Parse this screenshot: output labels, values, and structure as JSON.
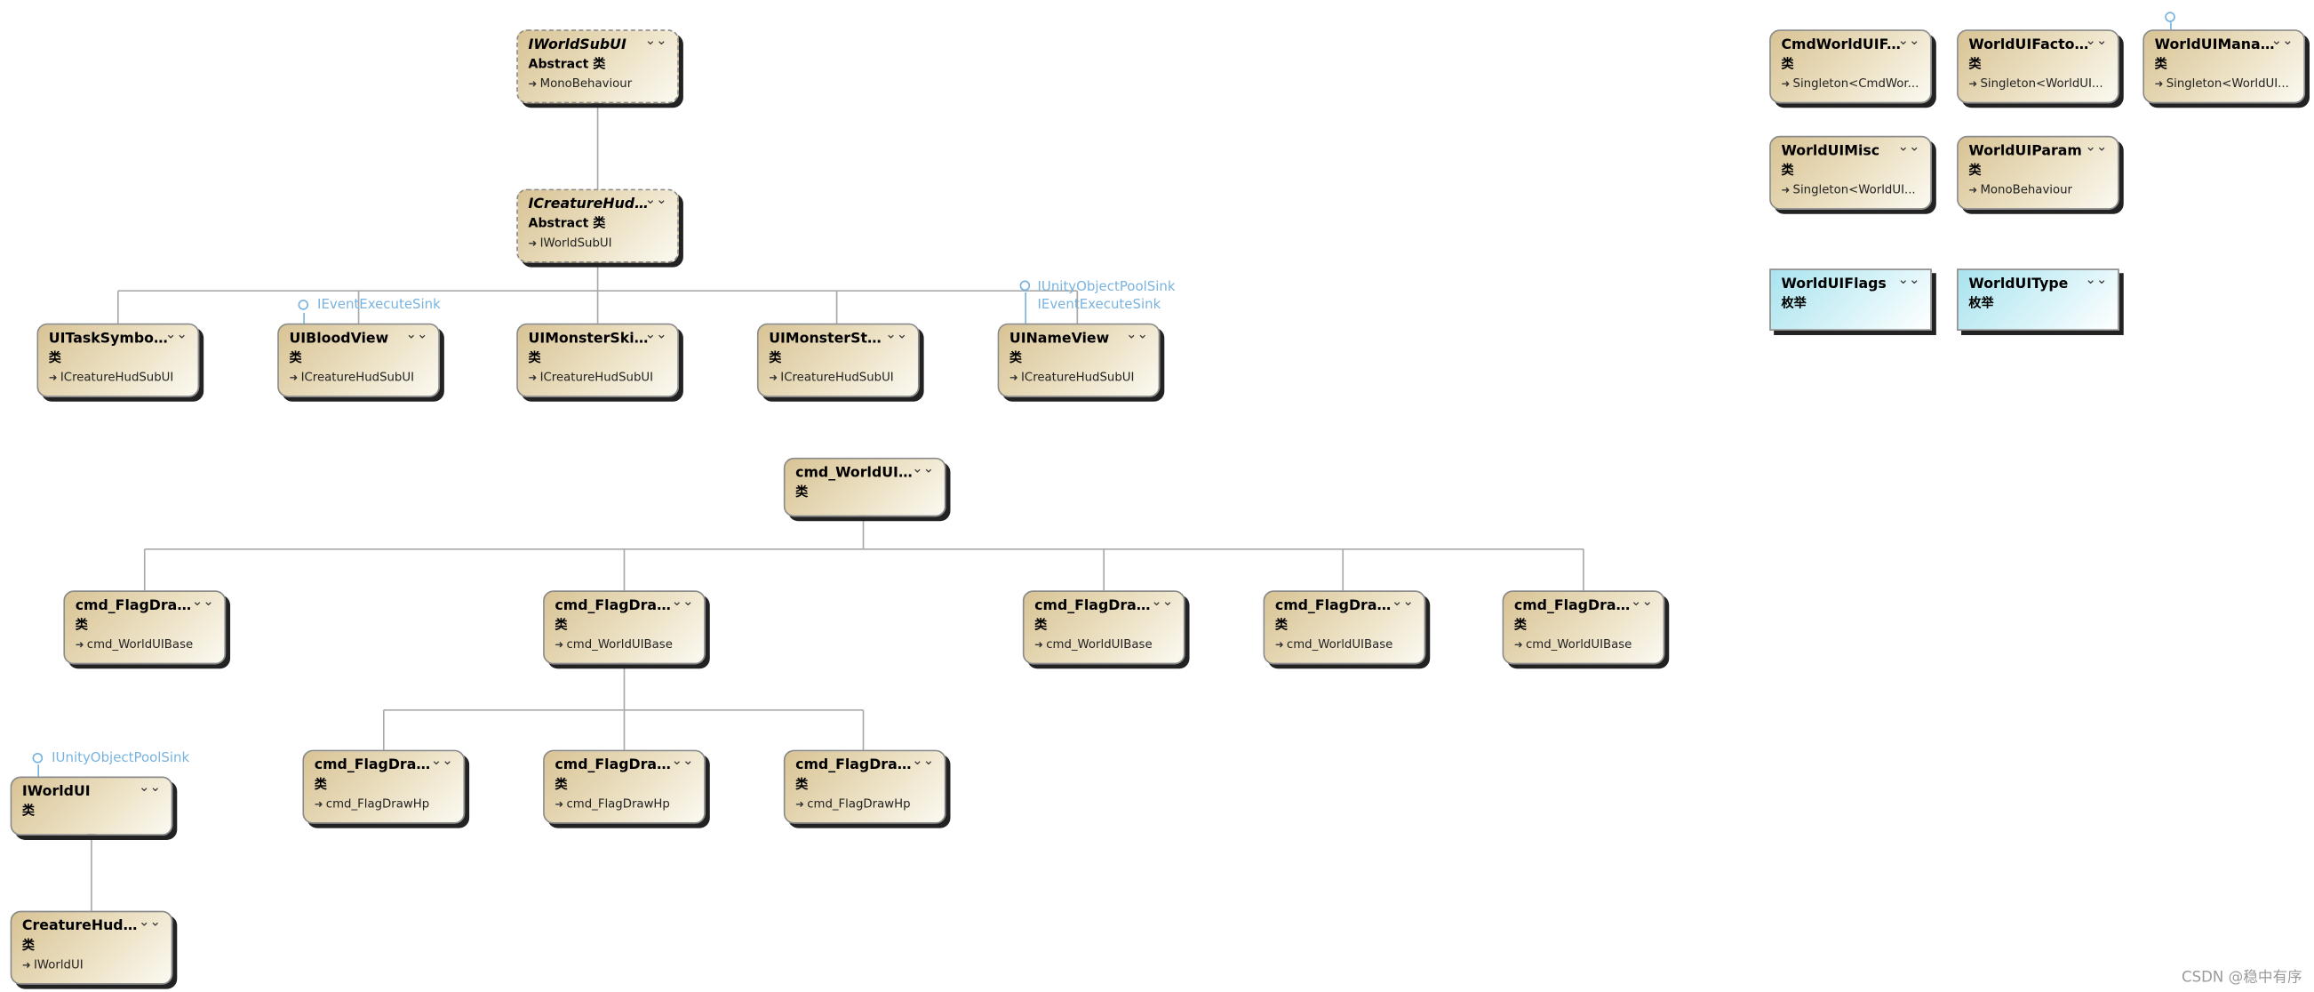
{
  "nodes": [
    {
      "id": "iworldsubui",
      "name": "IWorldSubUI",
      "kind": "Abstract 类",
      "base": "MonoBehaviour",
      "abstract": true
    },
    {
      "id": "icreaturehudsub",
      "name": "ICreatureHudSub...",
      "kind": "Abstract 类",
      "base": "IWorldSubUI",
      "abstract": true
    },
    {
      "id": "uitasksymbol",
      "name": "UITaskSymbol...",
      "kind": "类",
      "base": "ICreatureHudSubUI"
    },
    {
      "id": "uibloodview",
      "name": "UIBloodView",
      "kind": "类",
      "base": "ICreatureHudSubUI"
    },
    {
      "id": "uimonsterskill",
      "name": "UIMonsterSkill...",
      "kind": "类",
      "base": "ICreatureHudSubUI"
    },
    {
      "id": "uimonsterstat",
      "name": "UIMonsterStat...",
      "kind": "类",
      "base": "ICreatureHudSubUI"
    },
    {
      "id": "uinameview",
      "name": "UINameView",
      "kind": "类",
      "base": "ICreatureHudSubUI"
    },
    {
      "id": "cmdworlduibase",
      "name": "cmd_WorldUIB...",
      "kind": "类",
      "base": ""
    },
    {
      "id": "flag1",
      "name": "cmd_FlagDraw...",
      "kind": "类",
      "base": "cmd_WorldUIBase"
    },
    {
      "id": "flag2",
      "name": "cmd_FlagDraw...",
      "kind": "类",
      "base": "cmd_WorldUIBase"
    },
    {
      "id": "flag3",
      "name": "cmd_FlagDraw...",
      "kind": "类",
      "base": "cmd_WorldUIBase"
    },
    {
      "id": "flag4",
      "name": "cmd_FlagDraw...",
      "kind": "类",
      "base": "cmd_WorldUIBase"
    },
    {
      "id": "flag5",
      "name": "cmd_FlagDraw...",
      "kind": "类",
      "base": "cmd_WorldUIBase"
    },
    {
      "id": "hp1",
      "name": "cmd_FlagDraw...",
      "kind": "类",
      "base": "cmd_FlagDrawHp"
    },
    {
      "id": "hp2",
      "name": "cmd_FlagDraw...",
      "kind": "类",
      "base": "cmd_FlagDrawHp"
    },
    {
      "id": "hp3",
      "name": "cmd_FlagDraw...",
      "kind": "类",
      "base": "cmd_FlagDrawHp"
    },
    {
      "id": "iworldui",
      "name": "IWorldUI",
      "kind": "类",
      "base": ""
    },
    {
      "id": "creaturehudw",
      "name": "CreatureHudW...",
      "kind": "类",
      "base": "IWorldUI"
    },
    {
      "id": "cmdworlduif",
      "name": "CmdWorldUIF...",
      "kind": "类",
      "base": "Singleton<CmdWor..."
    },
    {
      "id": "worlduifactory",
      "name": "WorldUIFactory",
      "kind": "类",
      "base": "Singleton<WorldUI..."
    },
    {
      "id": "worlduimana",
      "name": "WorldUIMana...",
      "kind": "类",
      "base": "Singleton<WorldUI..."
    },
    {
      "id": "worlduimisc",
      "name": "WorldUIMisc",
      "kind": "类",
      "base": "Singleton<WorldUI..."
    },
    {
      "id": "worlduiparam",
      "name": "WorldUIParam",
      "kind": "类",
      "base": "MonoBehaviour"
    },
    {
      "id": "worlduiflags",
      "name": "WorldUIFlags",
      "kind": "枚举",
      "base": "",
      "enum": true
    },
    {
      "id": "worlduitype",
      "name": "WorldUIType",
      "kind": "枚举",
      "base": "",
      "enum": true
    }
  ],
  "interfaces": {
    "bloodview_sink": "IEventExecuteSink",
    "nameview_pool": "IUnityObjectPoolSink",
    "nameview_sink": "IEventExecuteSink",
    "iworldui_pool": "IUnityObjectPoolSink"
  },
  "watermark": "CSDN @稳中有序"
}
